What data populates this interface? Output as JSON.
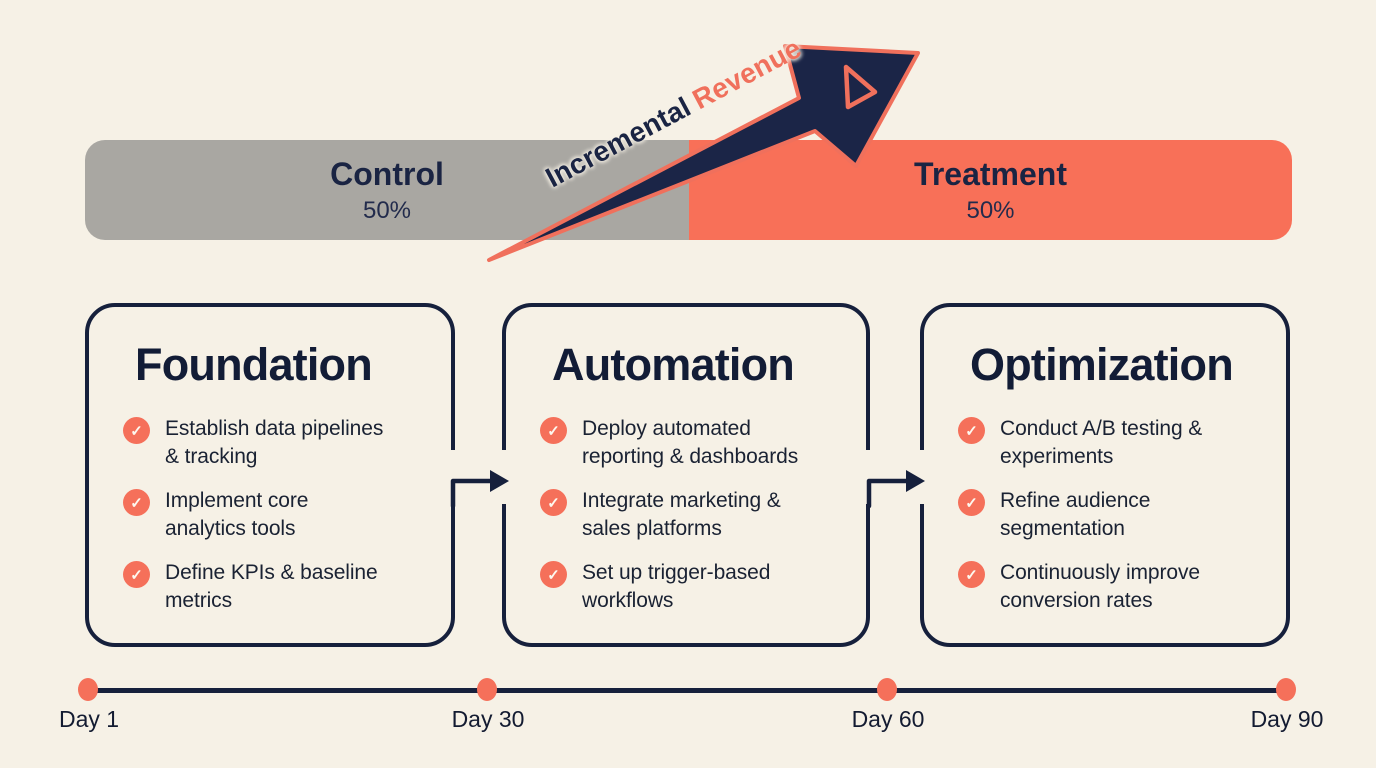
{
  "palette": {
    "background": "#F6F1E6",
    "control_gray": "#A9A7A2",
    "treatment_coral": "#F87058",
    "navy": "#1B2547",
    "check_coral": "#F5705A"
  },
  "split_bar": {
    "control_label": "Control",
    "control_share": "50%",
    "treatment_label": "Treatment",
    "treatment_share": "50%"
  },
  "growth_arrow": {
    "label_primary": "Incremental",
    "label_secondary": "Revenue"
  },
  "phases": [
    {
      "title": "Foundation",
      "items": [
        "Establish data pipelines & tracking",
        "Implement core analytics tools",
        "Define KPIs & baseline metrics"
      ]
    },
    {
      "title": "Automation",
      "items": [
        "Deploy automated reporting & dashboards",
        "Integrate marketing & sales platforms",
        "Set up trigger-based workflows"
      ]
    },
    {
      "title": "Optimization",
      "items": [
        "Conduct A/B testing & experiments",
        "Refine audience segmentation",
        "Continuously improve conversion rates"
      ]
    }
  ],
  "timeline": {
    "milestones": [
      "Day 1",
      "Day 30",
      "Day 60",
      "Day 90"
    ]
  },
  "icons": {
    "check": "✓"
  }
}
